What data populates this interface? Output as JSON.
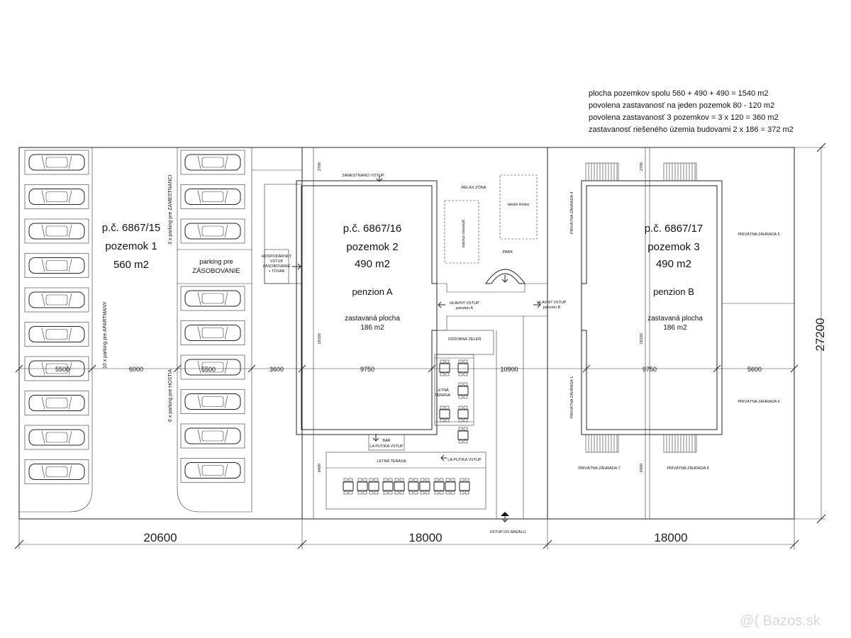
{
  "notes": [
    "plocha pozemkov spolu 560 + 490 + 490 = 1540 m2",
    "povolena zastavanosť na jeden pozemok 80 - 120 m2",
    "povolena zastavanosť 3 pozemkov = 3 x 120 = 360 m2",
    "zastavanosť riešeného územia budovami 2 x 186 = 372 m2"
  ],
  "plot1": {
    "parcel": "p.č. 6867/15",
    "name": "pozemok 1",
    "area": "560 m2"
  },
  "plot2": {
    "parcel": "p.č. 6867/16",
    "name": "pozemok 2",
    "area": "490 m2",
    "building": "penzion A",
    "built_label": "zastavaná plocha",
    "built_area": "186 m2"
  },
  "plot3": {
    "parcel": "p.č. 6867/17",
    "name": "pozemok 3",
    "area": "490 m2",
    "building": "penzion B",
    "built_label": "zastavaná plocha",
    "built_area": "186 m2"
  },
  "parking": {
    "apartmany": "10 x parking pre APARTMANY",
    "zamestnanci": "3 x parking pre ZAMESTNANCI",
    "hostia": "6 x parking pre HOSTIA",
    "zasobovanie_1": "parking pre",
    "zasobovanie_2": "ZÁSOBOVANIE"
  },
  "labels": {
    "zamestnanci_vstup": "ZAMESTNANCI VSTUP",
    "relax": "RELAX ZÓNA",
    "grill": "grilovisko ohnisko",
    "playground": "detské ihrisko",
    "park": "PARK",
    "hosp_1": "HOSPODÁRSKY",
    "hosp_2": "VSTUP",
    "hosp_3": "ZÁSOBOVANIE",
    "hosp_4": "+ TOVAR",
    "hlavny_a_1": "HLAVNÝ VSTUP",
    "hlavny_a_2": "penzion A",
    "hlavny_b_1": "HLAVNÝ VSTUP",
    "hlavny_b_2": "penzion B",
    "zelen": "OZDOBNÁ ZELEŇ",
    "letna_1": "LETNÁ",
    "letna_2": "TERASA",
    "bar_1": "BAR",
    "bar_2": "LA PUTIKA VSTUP",
    "letna_terasa": "LETNÁ TERASA",
    "putika_vstup": "LA PUTIKA VSTUP",
    "entry_area": "VSTUP DO AREÁLU",
    "garden_4": "PRIVÁTNA ZÁHRADA 4",
    "garden_5": "PRIVÁTNA ZÁHRADA 5",
    "garden_6": "PRIVÁTNA ZÁHRADA 6",
    "garden_1": "PRIVÁTNA ZÁHRADA 1",
    "garden_7": "PRIVÁTNA ZÁHRADA 7",
    "garden_8": "PRIVÁTNA ZÁHRADA 8"
  },
  "dimensions": {
    "d5500a": "5500",
    "d6000": "6000",
    "d5500b": "5500",
    "d3600": "3600",
    "d9750a": "9750",
    "d10900": "10900",
    "d9750b": "9750",
    "d5600": "5600",
    "d2700a": "2700",
    "d18100a": "18100",
    "d6400a": "6400",
    "d2700b": "2700",
    "d18100b": "18100",
    "d6400b": "6400",
    "total_height": "27200",
    "width1": "20600",
    "width2": "18000",
    "width3": "18000"
  },
  "watermark": "@( Bazos.sk",
  "icons": {
    "car": "car-icon",
    "arrow": "arrow-icon",
    "table": "table-icon"
  }
}
